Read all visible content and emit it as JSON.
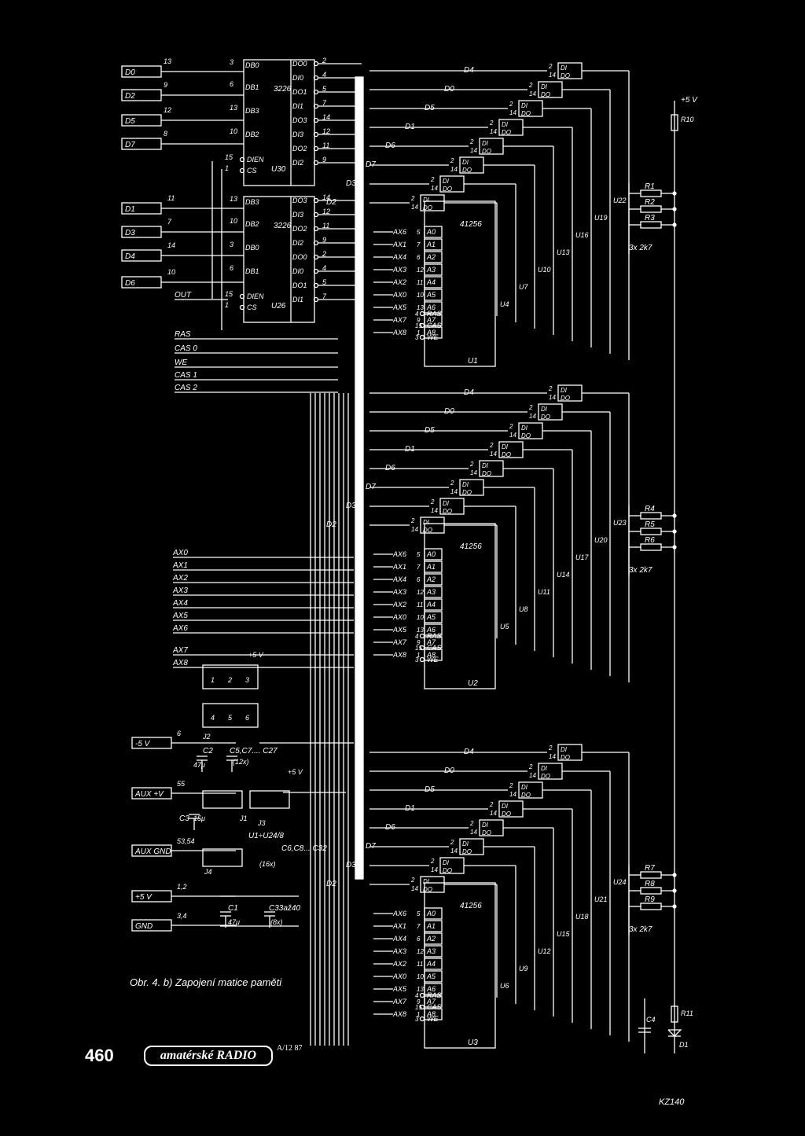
{
  "caption": "Obr. 4. b) Zapojení matice paměti",
  "page_number": "460",
  "magazine_logo": "amatérské RADIO",
  "issue": "A/12 87",
  "zener_type": "KZ140",
  "left_inputs": {
    "data_a": [
      {
        "label": "D0",
        "pin": "13"
      },
      {
        "label": "D2",
        "pin": "9"
      },
      {
        "label": "D5",
        "pin": "12"
      },
      {
        "label": "D7",
        "pin": "8"
      }
    ],
    "data_b": [
      {
        "label": "D1",
        "pin": "11"
      },
      {
        "label": "D3",
        "pin": "7"
      },
      {
        "label": "D4",
        "pin": "14"
      },
      {
        "label": "D6",
        "pin": "10"
      }
    ],
    "control": [
      "OUT",
      "RAS",
      "CAS 0",
      "WE",
      "CAS 1",
      "CAS 2"
    ],
    "address": [
      "AX0",
      "AX1",
      "AX2",
      "AX3",
      "AX4",
      "AX5",
      "AX6",
      "AX7",
      "AX8"
    ],
    "power": [
      {
        "label": "-5 V",
        "pin": "6"
      },
      {
        "label": "AUX +V",
        "pin": "55"
      },
      {
        "label": "AUX GND",
        "pin": "53,54"
      },
      {
        "label": "+5 V",
        "pin": "1,2"
      },
      {
        "label": "GND",
        "pin": "3,4"
      }
    ]
  },
  "buffers": [
    {
      "name": "U30",
      "type": "3226",
      "left_pins": [
        {
          "n": "3",
          "l": "DB0"
        },
        {
          "n": "6",
          "l": "DB1"
        },
        {
          "n": "13",
          "l": "DB3"
        },
        {
          "n": "10",
          "l": "DB2"
        }
      ],
      "right_pins": [
        {
          "n": "2",
          "l": "DO0"
        },
        {
          "n": "4",
          "l": "DI0"
        },
        {
          "n": "5",
          "l": "DO1"
        },
        {
          "n": "7",
          "l": "DI1"
        },
        {
          "n": "14",
          "l": "DO3"
        },
        {
          "n": "12",
          "l": "DI3"
        },
        {
          "n": "11",
          "l": "DO2"
        },
        {
          "n": "9",
          "l": "DI2"
        }
      ],
      "ctrl": [
        {
          "n": "15",
          "l": "DIEN"
        },
        {
          "n": "1",
          "l": "CS"
        }
      ]
    },
    {
      "name": "U26",
      "type": "3226",
      "left_pins": [
        {
          "n": "13",
          "l": "DB3"
        },
        {
          "n": "10",
          "l": "DB2"
        },
        {
          "n": "3",
          "l": "DB0"
        },
        {
          "n": "6",
          "l": "DB1"
        }
      ],
      "right_pins": [
        {
          "n": "14",
          "l": "DO3"
        },
        {
          "n": "12",
          "l": "DI3"
        },
        {
          "n": "11",
          "l": "DO2"
        },
        {
          "n": "9",
          "l": "DI2"
        },
        {
          "n": "2",
          "l": "DO0"
        },
        {
          "n": "4",
          "l": "DI0"
        },
        {
          "n": "5",
          "l": "DO1"
        },
        {
          "n": "7",
          "l": "DI1"
        }
      ],
      "ctrl": [
        {
          "n": "15",
          "l": "DIEN"
        },
        {
          "n": "1",
          "l": "CS"
        }
      ]
    }
  ],
  "memory_rows": [
    {
      "bus_labels": [
        "D4",
        "D0",
        "D5",
        "D1",
        "D6",
        "D7",
        "D3",
        "D2"
      ],
      "chips": [
        "U22",
        "U19",
        "U16",
        "U13",
        "U10",
        "U7",
        "U4",
        "U1"
      ],
      "resistors": [
        "R1",
        "R2",
        "R3"
      ],
      "res_value": "3x 2k7"
    },
    {
      "bus_labels": [
        "D4",
        "D0",
        "D5",
        "D1",
        "D6",
        "D7",
        "D3",
        "D2"
      ],
      "chips": [
        "U23",
        "U20",
        "U17",
        "U14",
        "U11",
        "U8",
        "U5",
        "U2"
      ],
      "resistors": [
        "R4",
        "R5",
        "R6"
      ],
      "res_value": "3x 2k7"
    },
    {
      "bus_labels": [
        "D4",
        "D0",
        "D5",
        "D1",
        "D6",
        "D7",
        "D3",
        "D2"
      ],
      "chips": [
        "U24",
        "U21",
        "U18",
        "U15",
        "U12",
        "U9",
        "U6",
        "U3"
      ],
      "resistors": [
        "R7",
        "R8",
        "R9"
      ],
      "res_value": "3x 2k7"
    }
  ],
  "ram_chip": {
    "type": "41256",
    "pin_top": [
      {
        "n": "2",
        "l": "DI"
      },
      {
        "n": "14",
        "l": "DO"
      }
    ],
    "address_pins": [
      {
        "sig": "AX6",
        "n": "5",
        "l": "A0"
      },
      {
        "sig": "AX1",
        "n": "7",
        "l": "A1"
      },
      {
        "sig": "AX4",
        "n": "6",
        "l": "A2"
      },
      {
        "sig": "AX3",
        "n": "12",
        "l": "A3"
      },
      {
        "sig": "AX2",
        "n": "11",
        "l": "A4"
      },
      {
        "sig": "AX0",
        "n": "10",
        "l": "A5"
      },
      {
        "sig": "AX5",
        "n": "13",
        "l": "A6"
      },
      {
        "sig": "AX7",
        "n": "9",
        "l": "A7"
      },
      {
        "sig": "AX8",
        "n": "1",
        "l": "A8"
      }
    ],
    "ctrl_pins": [
      {
        "n": "4",
        "l": "RAS"
      },
      {
        "n": "15",
        "l": "CAS"
      },
      {
        "n": "3",
        "l": "WE"
      }
    ]
  },
  "power_section": {
    "plus5_label": "+5 V",
    "r10": "R10",
    "r11": "R11",
    "d1": "D1",
    "c4": "C4",
    "c2": "C2",
    "c2_val": "47μ",
    "c5": "C5,C7.... C27",
    "c5_val": "(12x)",
    "c3": "C3",
    "c3_val": "15μ",
    "c1": "C1",
    "c1_val": "47μ",
    "c33": "C33až40",
    "c33_val": "(8x)",
    "c6": "C6,C8... C32",
    "c6_val": "(16x)",
    "ic_range": "U1÷U24/8",
    "jumpers": [
      "J1",
      "J2",
      "J3",
      "J4"
    ],
    "j_pins": [
      "1",
      "2",
      "3",
      "4",
      "5",
      "6"
    ],
    "plus5_small": "+5 V"
  }
}
